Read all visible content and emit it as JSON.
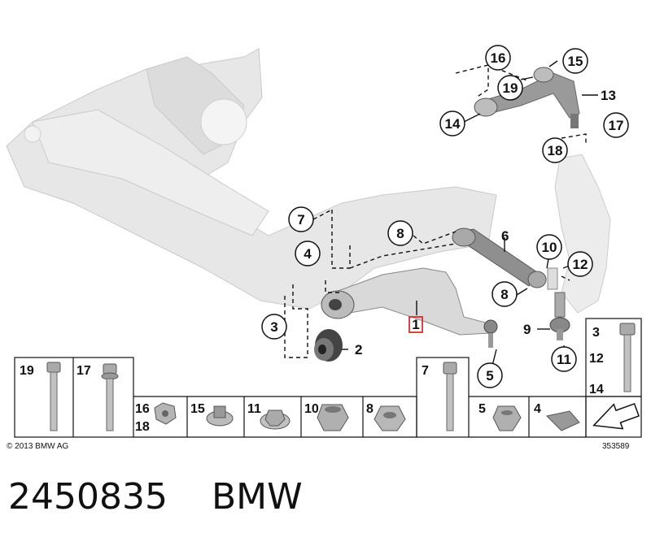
{
  "diagram": {
    "copyright": "© 2013 BMW AG",
    "ref_number": "353589",
    "highlighted_part": "1",
    "callouts": [
      "1",
      "2",
      "3",
      "4",
      "5",
      "6",
      "7",
      "8",
      "8",
      "9",
      "10",
      "11",
      "12",
      "13",
      "14",
      "15",
      "16",
      "17",
      "18",
      "19"
    ],
    "hardware_cells": {
      "cell_19": "19",
      "cell_17": "17",
      "cell_16": "16",
      "cell_18": "18",
      "cell_15": "15",
      "cell_11": "11",
      "cell_10": "10",
      "cell_8": "8",
      "cell_7": "7",
      "cell_5": "5",
      "cell_4": "4",
      "cell_3": "3",
      "cell_12": "12",
      "cell_14": "14"
    }
  },
  "caption": {
    "part_number": "2450835",
    "brand": "BMW"
  }
}
